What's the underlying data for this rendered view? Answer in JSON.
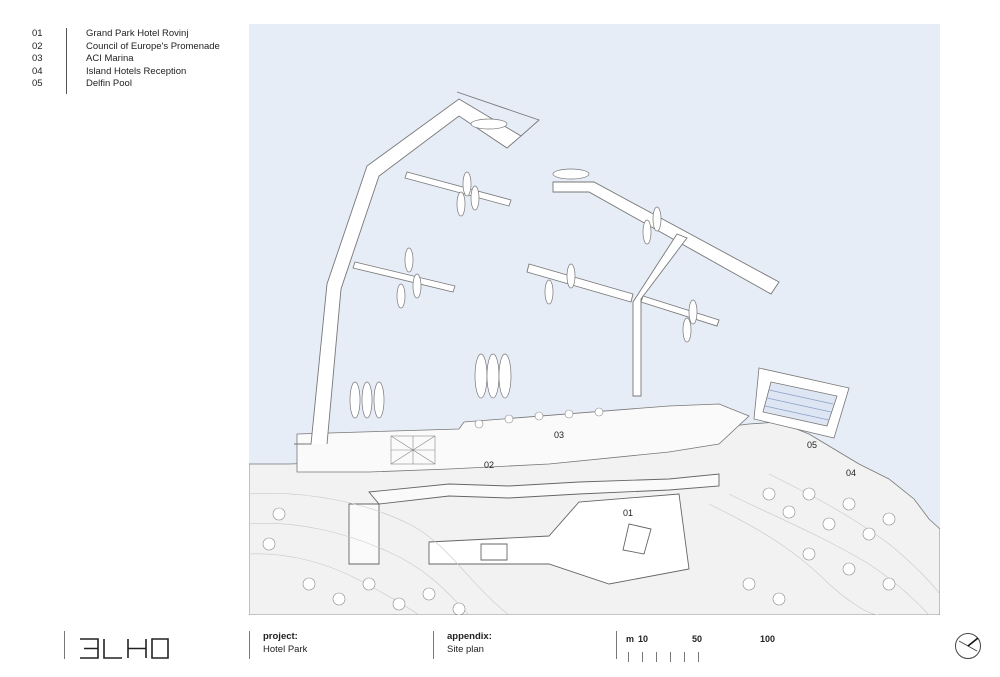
{
  "legend": [
    {
      "num": "01",
      "label": "Grand Park Hotel Rovinj"
    },
    {
      "num": "02",
      "label": "Council of Europe's Promenade"
    },
    {
      "num": "03",
      "label": "ACI Marina"
    },
    {
      "num": "04",
      "label": "Island Hotels Reception"
    },
    {
      "num": "05",
      "label": "Delfin Pool"
    }
  ],
  "plan_labels": {
    "l01": "01",
    "l02": "02",
    "l03": "03",
    "l04": "04",
    "l05": "05"
  },
  "colors": {
    "sea": "#e6edf7",
    "land": "#f0f0f0",
    "line": "#666666"
  },
  "footer": {
    "logo": "3LHD",
    "project_key": "project:",
    "project_value": "Hotel Park",
    "appendix_key": "appendix:",
    "appendix_value": "Site plan",
    "scale_unit": "m",
    "scale_10": "10",
    "scale_50": "50",
    "scale_100": "100"
  },
  "compass_icon": "north-arrow-icon"
}
